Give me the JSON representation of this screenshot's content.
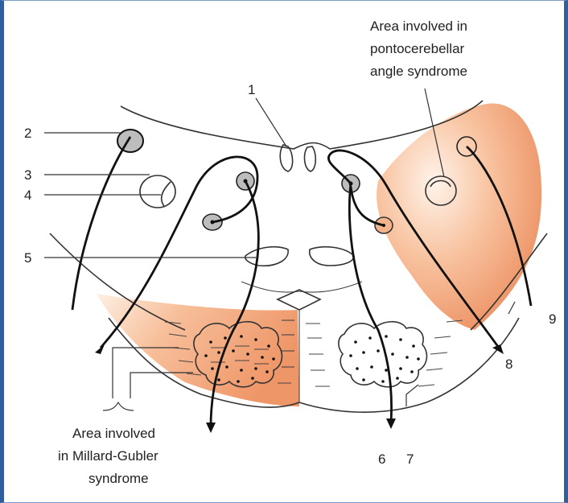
{
  "labels": {
    "pcb_area": [
      "Area involved in",
      "pontocerebellar",
      "angle syndrome"
    ],
    "mg_area": [
      "Area involved",
      "in Millard-Gubler",
      "syndrome"
    ]
  },
  "numbers": {
    "n1": "1",
    "n2": "2",
    "n3": "3",
    "n4": "4",
    "n5": "5",
    "n6": "6",
    "n7": "7",
    "n8": "8",
    "n9": "9"
  },
  "colors": {
    "frame": "#2f5f9e",
    "lesion_light": "#fde6d2",
    "lesion_dark": "#ee9163",
    "nucleus_fill": "#bdbdbd"
  }
}
